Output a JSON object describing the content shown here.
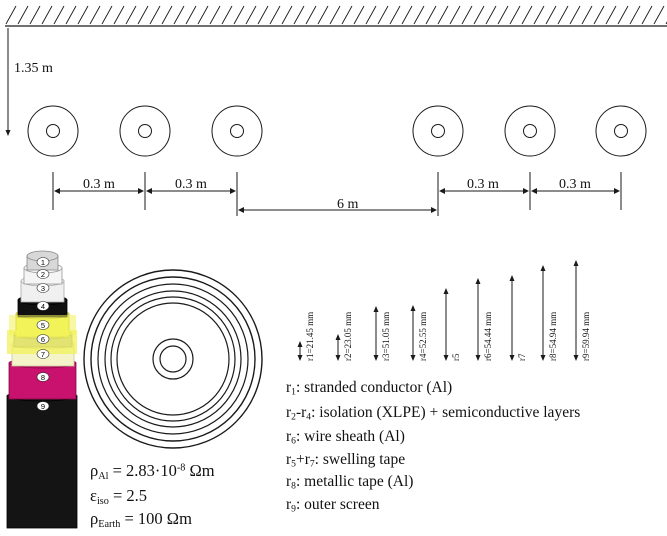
{
  "depth_label": "1.35 m",
  "spacing_labels": [
    "0.3 m",
    "0.3 m",
    "6 m",
    "0.3 m",
    "0.3 m"
  ],
  "layer_numbers": [
    "1",
    "2",
    "3",
    "4",
    "5",
    "6",
    "7",
    "8",
    "9"
  ],
  "radius_labels": [
    "r1=21.45 mm",
    "r2=23.05 mm",
    "r3=51.05 mm",
    "r4=52.55 mm",
    "r5",
    "r6=54.44 mm",
    "r7",
    "r8=54.94 mm",
    "r9=59.94 mm"
  ],
  "legend": [
    {
      "sym": "r",
      "sub": "1",
      "text": ": stranded conductor (Al)"
    },
    {
      "sym": "r",
      "sub": "2",
      "mid": "-r",
      "sub2": "4",
      "text": ": isolation (XLPE) + semiconductive layers"
    },
    {
      "sym": "r",
      "sub": "6",
      "text": ": wire sheath (Al)"
    },
    {
      "sym": "r",
      "sub": "5",
      "mid": "+r",
      "sub2": "7",
      "text": ": swelling tape"
    },
    {
      "sym": "r",
      "sub": "8",
      "text": ": metallic tape (Al)"
    },
    {
      "sym": "r",
      "sub": "9",
      "text": ": outer screen"
    }
  ],
  "params": {
    "rho_al_sym": "ρ",
    "rho_al_sub": "Al",
    "rho_al_val": " = 2.83·10",
    "rho_al_exp": "-8",
    "rho_al_unit": " Ωm",
    "eps_sym": "ε",
    "eps_sub": "iso",
    "eps_val": " = 2.5",
    "rho_earth_sym": "ρ",
    "rho_earth_sub": "Earth",
    "rho_earth_val": " = 100 Ωm"
  },
  "colors": {
    "line": "#1a1a1a",
    "yellow": "#f2f25a",
    "magenta": "#c8126e",
    "jacket": "#141414"
  }
}
